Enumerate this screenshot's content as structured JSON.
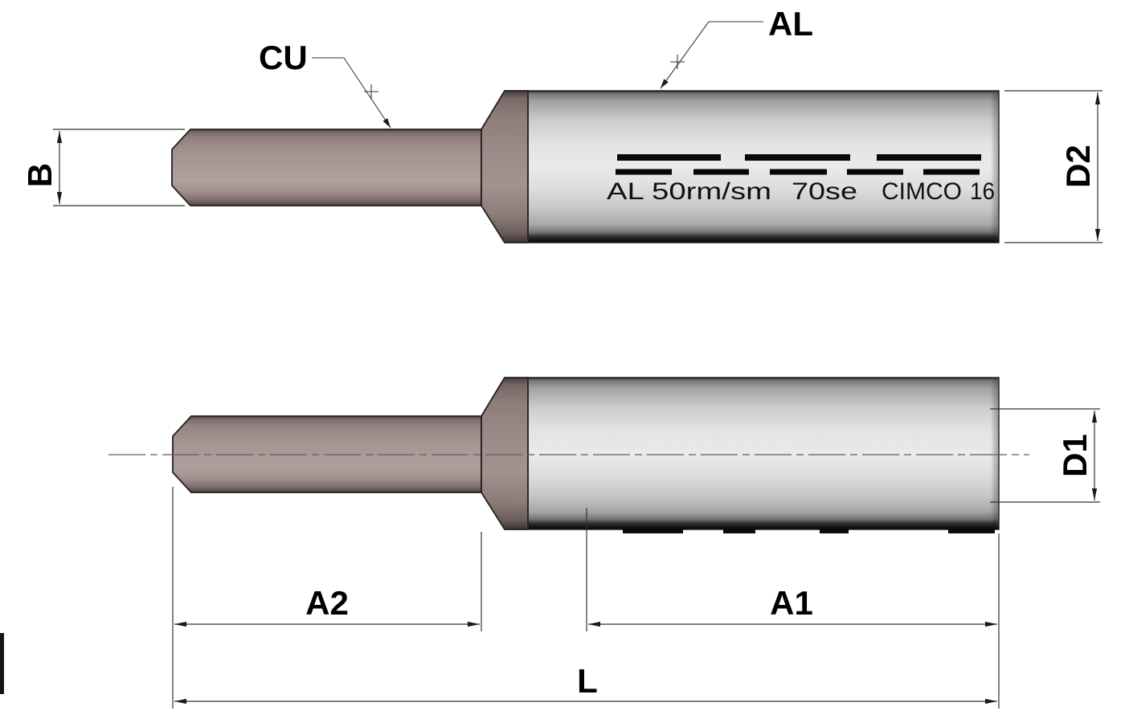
{
  "drawing": {
    "type": "bimetallic pin terminal, two orthographic views",
    "labels": {
      "copper_material": "CU",
      "aluminum_material": "AL",
      "pin_diameter": "B",
      "barrel_outer_diameter": "D2",
      "barrel_inner_diameter": "D1",
      "pin_length": "A2",
      "barrel_bore_length": "A1",
      "total_length": "L"
    },
    "marking": {
      "segments": [
        "AL 50rm/sm",
        "70se",
        "CIMCO",
        "16"
      ]
    },
    "colors": {
      "copper": "#a99693",
      "aluminum": "#dedede",
      "outline": "#1a1a1a",
      "background": "#ffffff"
    }
  }
}
